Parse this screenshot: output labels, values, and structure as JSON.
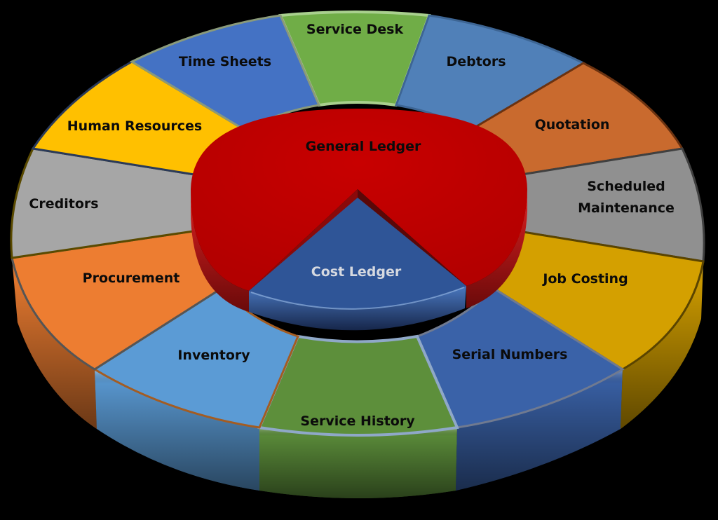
{
  "diagram": {
    "type": "3d-segmented-wheel",
    "background": "#000000",
    "hub": {
      "outer_disk": {
        "label": "General Ledger",
        "color": "#c00000"
      },
      "inner_wedge": {
        "label": "Cost Ledger",
        "color": "#2f5597"
      }
    },
    "segments": [
      {
        "label": "Service Desk",
        "color": "#70ad47"
      },
      {
        "label": "Debtors",
        "color": "#5080b8"
      },
      {
        "label": "Quotation",
        "color": "#c96a2e"
      },
      {
        "label_line1": "Scheduled",
        "label_line2": "Maintenance",
        "color": "#909090"
      },
      {
        "label": "Job Costing",
        "color": "#d4a000"
      },
      {
        "label": "Serial Numbers",
        "color": "#3a62a8"
      },
      {
        "label": "Service History",
        "color": "#5d8f3b"
      },
      {
        "label": "Inventory",
        "color": "#5b9bd5"
      },
      {
        "label": "Procurement",
        "color": "#ed7d31"
      },
      {
        "label": "Creditors",
        "color": "#a6a6a6"
      },
      {
        "label": "Human Resources",
        "color": "#ffc000"
      },
      {
        "label": "Time Sheets",
        "color": "#4472c4"
      }
    ]
  }
}
